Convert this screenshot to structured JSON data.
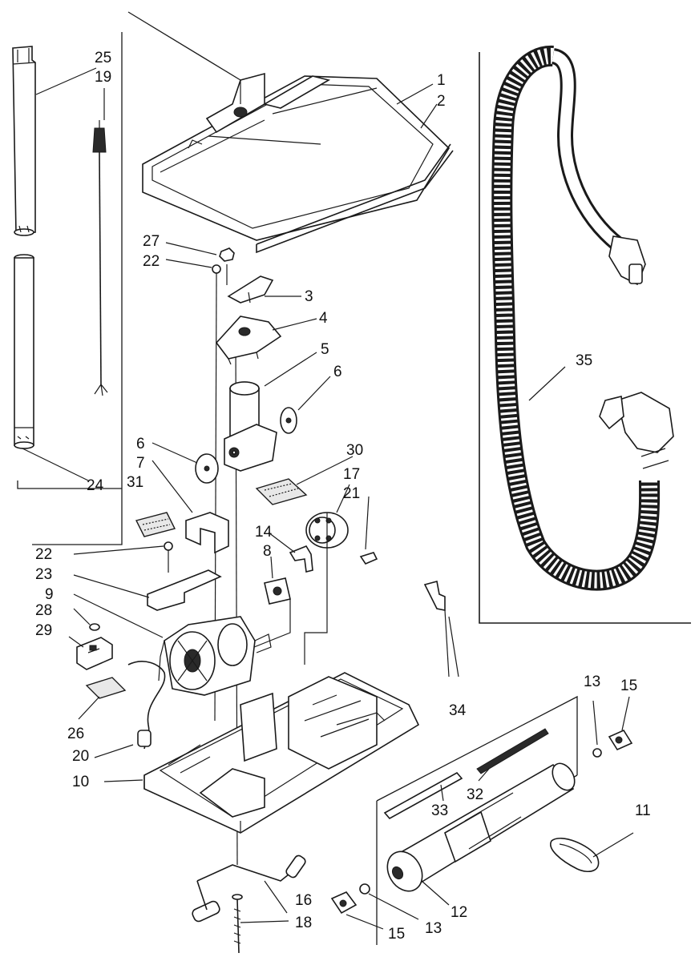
{
  "labels": {
    "l1": "1",
    "l2": "2",
    "l3": "3",
    "l4": "4",
    "l5": "5",
    "l6a": "6",
    "l6b": "6",
    "l7": "7",
    "l8": "8",
    "l9": "9",
    "l10": "10",
    "l11": "11",
    "l12": "12",
    "l13a": "13",
    "l13b": "13",
    "l14": "14",
    "l15a": "15",
    "l15b": "15",
    "l16": "16",
    "l17": "17",
    "l18": "18",
    "l19": "19",
    "l20": "20",
    "l21": "21",
    "l22a": "22",
    "l22b": "22",
    "l23": "23",
    "l24": "24",
    "l25": "25",
    "l26": "26",
    "l27": "27",
    "l28": "28",
    "l29": "29",
    "l30": "30",
    "l31": "31",
    "l32": "32",
    "l33": "33",
    "l34": "34",
    "l35": "35"
  }
}
